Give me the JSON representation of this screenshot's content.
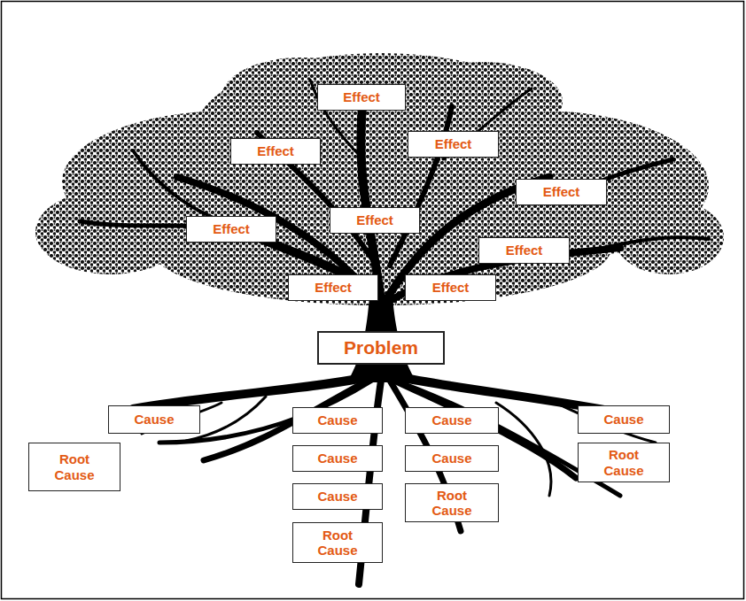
{
  "diagram": {
    "nodes": [
      {
        "text": [
          "Effect"
        ]
      },
      {
        "text": [
          "Effect"
        ]
      },
      {
        "text": [
          "Effect"
        ]
      },
      {
        "text": [
          "Effect"
        ]
      },
      {
        "text": [
          "Effect"
        ]
      },
      {
        "text": [
          "Effect"
        ]
      },
      {
        "text": [
          "Effect"
        ]
      },
      {
        "text": [
          "Effect"
        ]
      },
      {
        "text": [
          "Effect"
        ]
      },
      {
        "text": [
          "Problem"
        ]
      },
      {
        "text": [
          "Cause"
        ]
      },
      {
        "text": [
          "Cause"
        ]
      },
      {
        "text": [
          "Cause"
        ]
      },
      {
        "text": [
          "Cause"
        ]
      },
      {
        "text": [
          "Root Cause"
        ]
      },
      {
        "text": [
          "Cause"
        ]
      },
      {
        "text": [
          "Cause"
        ]
      },
      {
        "text": [
          "Root Cause"
        ]
      },
      {
        "text": [
          "Cause"
        ]
      },
      {
        "text": [
          "Root Cause"
        ]
      },
      {
        "text": [
          "Root Cause"
        ]
      }
    ]
  }
}
